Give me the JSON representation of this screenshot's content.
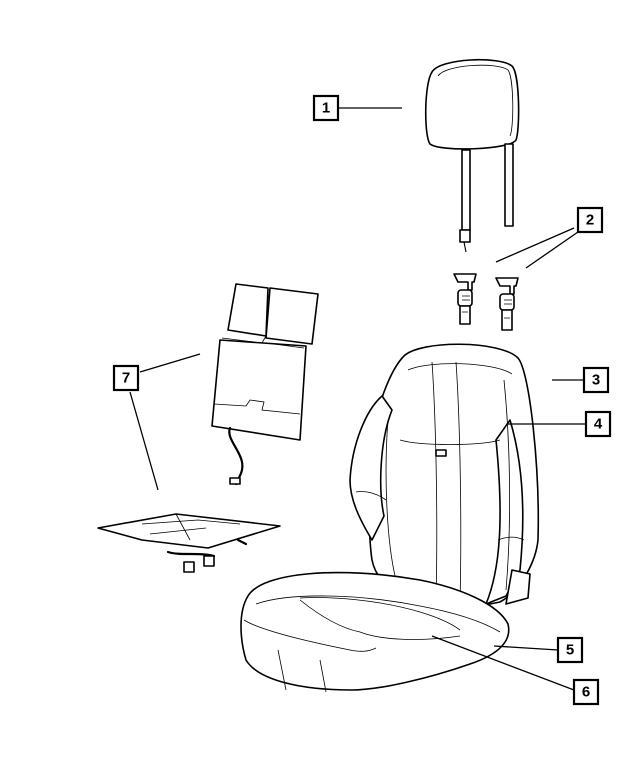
{
  "callouts": [
    {
      "id": "1",
      "label": "1"
    },
    {
      "id": "2",
      "label": "2"
    },
    {
      "id": "3",
      "label": "3"
    },
    {
      "id": "4",
      "label": "4"
    },
    {
      "id": "5",
      "label": "5"
    },
    {
      "id": "6",
      "label": "6"
    },
    {
      "id": "7",
      "label": "7"
    }
  ],
  "colors": {
    "line": "#000000",
    "background": "#ffffff"
  },
  "parts": [
    "headrest",
    "headrest-guides",
    "seat-back-cover",
    "seat-back-trim-panel",
    "seat-cushion-foam",
    "seat-cushion-cover",
    "seat-heater-elements"
  ]
}
